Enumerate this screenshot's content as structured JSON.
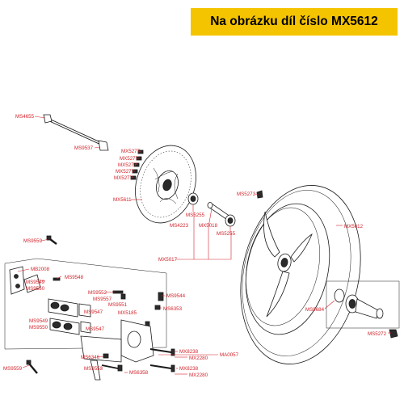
{
  "banner": {
    "text": "Na obrázku díl číslo MX5612"
  },
  "labels": {
    "ms4655": "MS4655",
    "ms9537": "MS9537",
    "mx5277_1": "MX5277",
    "mx5277_2": "MX5277",
    "mx5277_3": "MX5277",
    "mx5277_4": "MX5277",
    "mx5277_5": "MX5277",
    "mx5611": "MX5611",
    "ms5273": "MS5273",
    "ms5255_1": "MS5255",
    "ms4223": "MS4223",
    "mx5018": "MX5018",
    "ms5255_2": "MS5255",
    "mx5612": "MX5612",
    "ms9559_1": "MS9559",
    "mx5017": "MX5017",
    "mb2008": "MB2008",
    "ms9548": "MS9548",
    "ms9549_1": "MS9549",
    "ms9550_1": "MS9550",
    "ms9552": "MS9552",
    "ms9557": "MS9557",
    "ms9551": "MS9551",
    "ms9547_1": "MS9547",
    "mx5185": "MX5185",
    "ms9544": "MS9544",
    "ms6353": "MS6353",
    "ms9549_2": "MS9549",
    "ms9550_2": "MS9550",
    "ms9547_2": "MS9547",
    "ms9684": "MS9684",
    "ms5272": "MS5272",
    "mx8238_1": "MX8238",
    "mx2280_1": "MX2280",
    "ma0057": "MA0057",
    "ms6346": "MS6346",
    "ms9553": "MS9553",
    "ms6358": "MS6358",
    "mx8238_2": "MX8238",
    "mx2280_2": "MX2280",
    "ms9559_2": "MS9559"
  },
  "colors": {
    "accent": "#f5c400",
    "label": "#d2232a",
    "line": "#1a1a1a"
  }
}
